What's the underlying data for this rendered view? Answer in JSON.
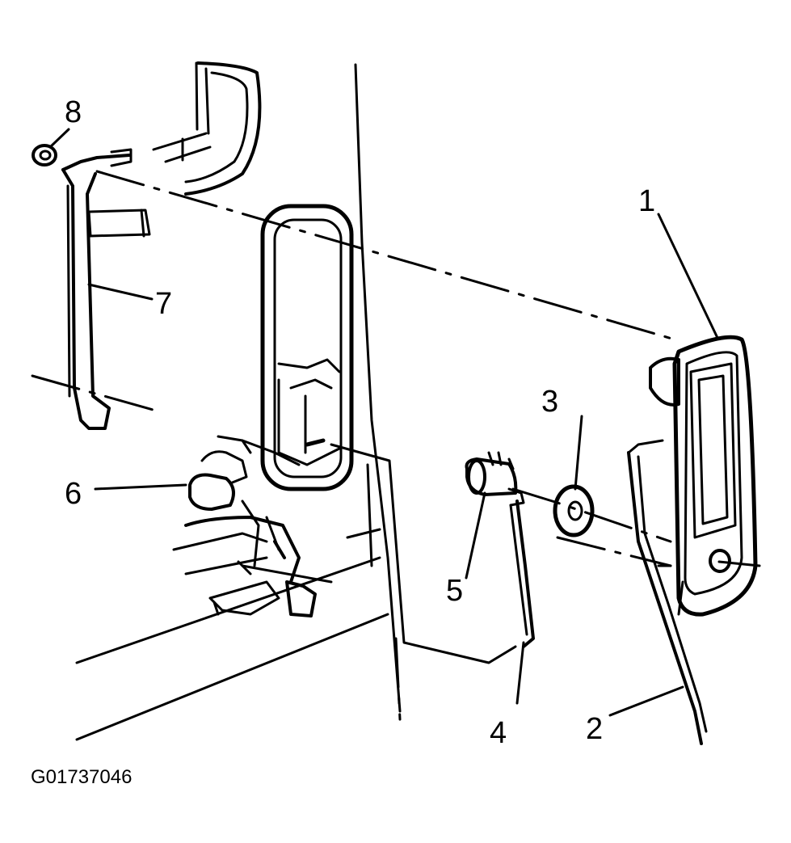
{
  "callouts": [
    {
      "id": "1",
      "label": "1"
    },
    {
      "id": "2",
      "label": "2"
    },
    {
      "id": "3",
      "label": "3"
    },
    {
      "id": "4",
      "label": "4"
    },
    {
      "id": "5",
      "label": "5"
    },
    {
      "id": "6",
      "label": "6"
    },
    {
      "id": "7",
      "label": "7"
    },
    {
      "id": "8",
      "label": "8"
    }
  ],
  "figure_id": "G01737046",
  "colors": {
    "ink": "#000000",
    "background": "#ffffff"
  }
}
